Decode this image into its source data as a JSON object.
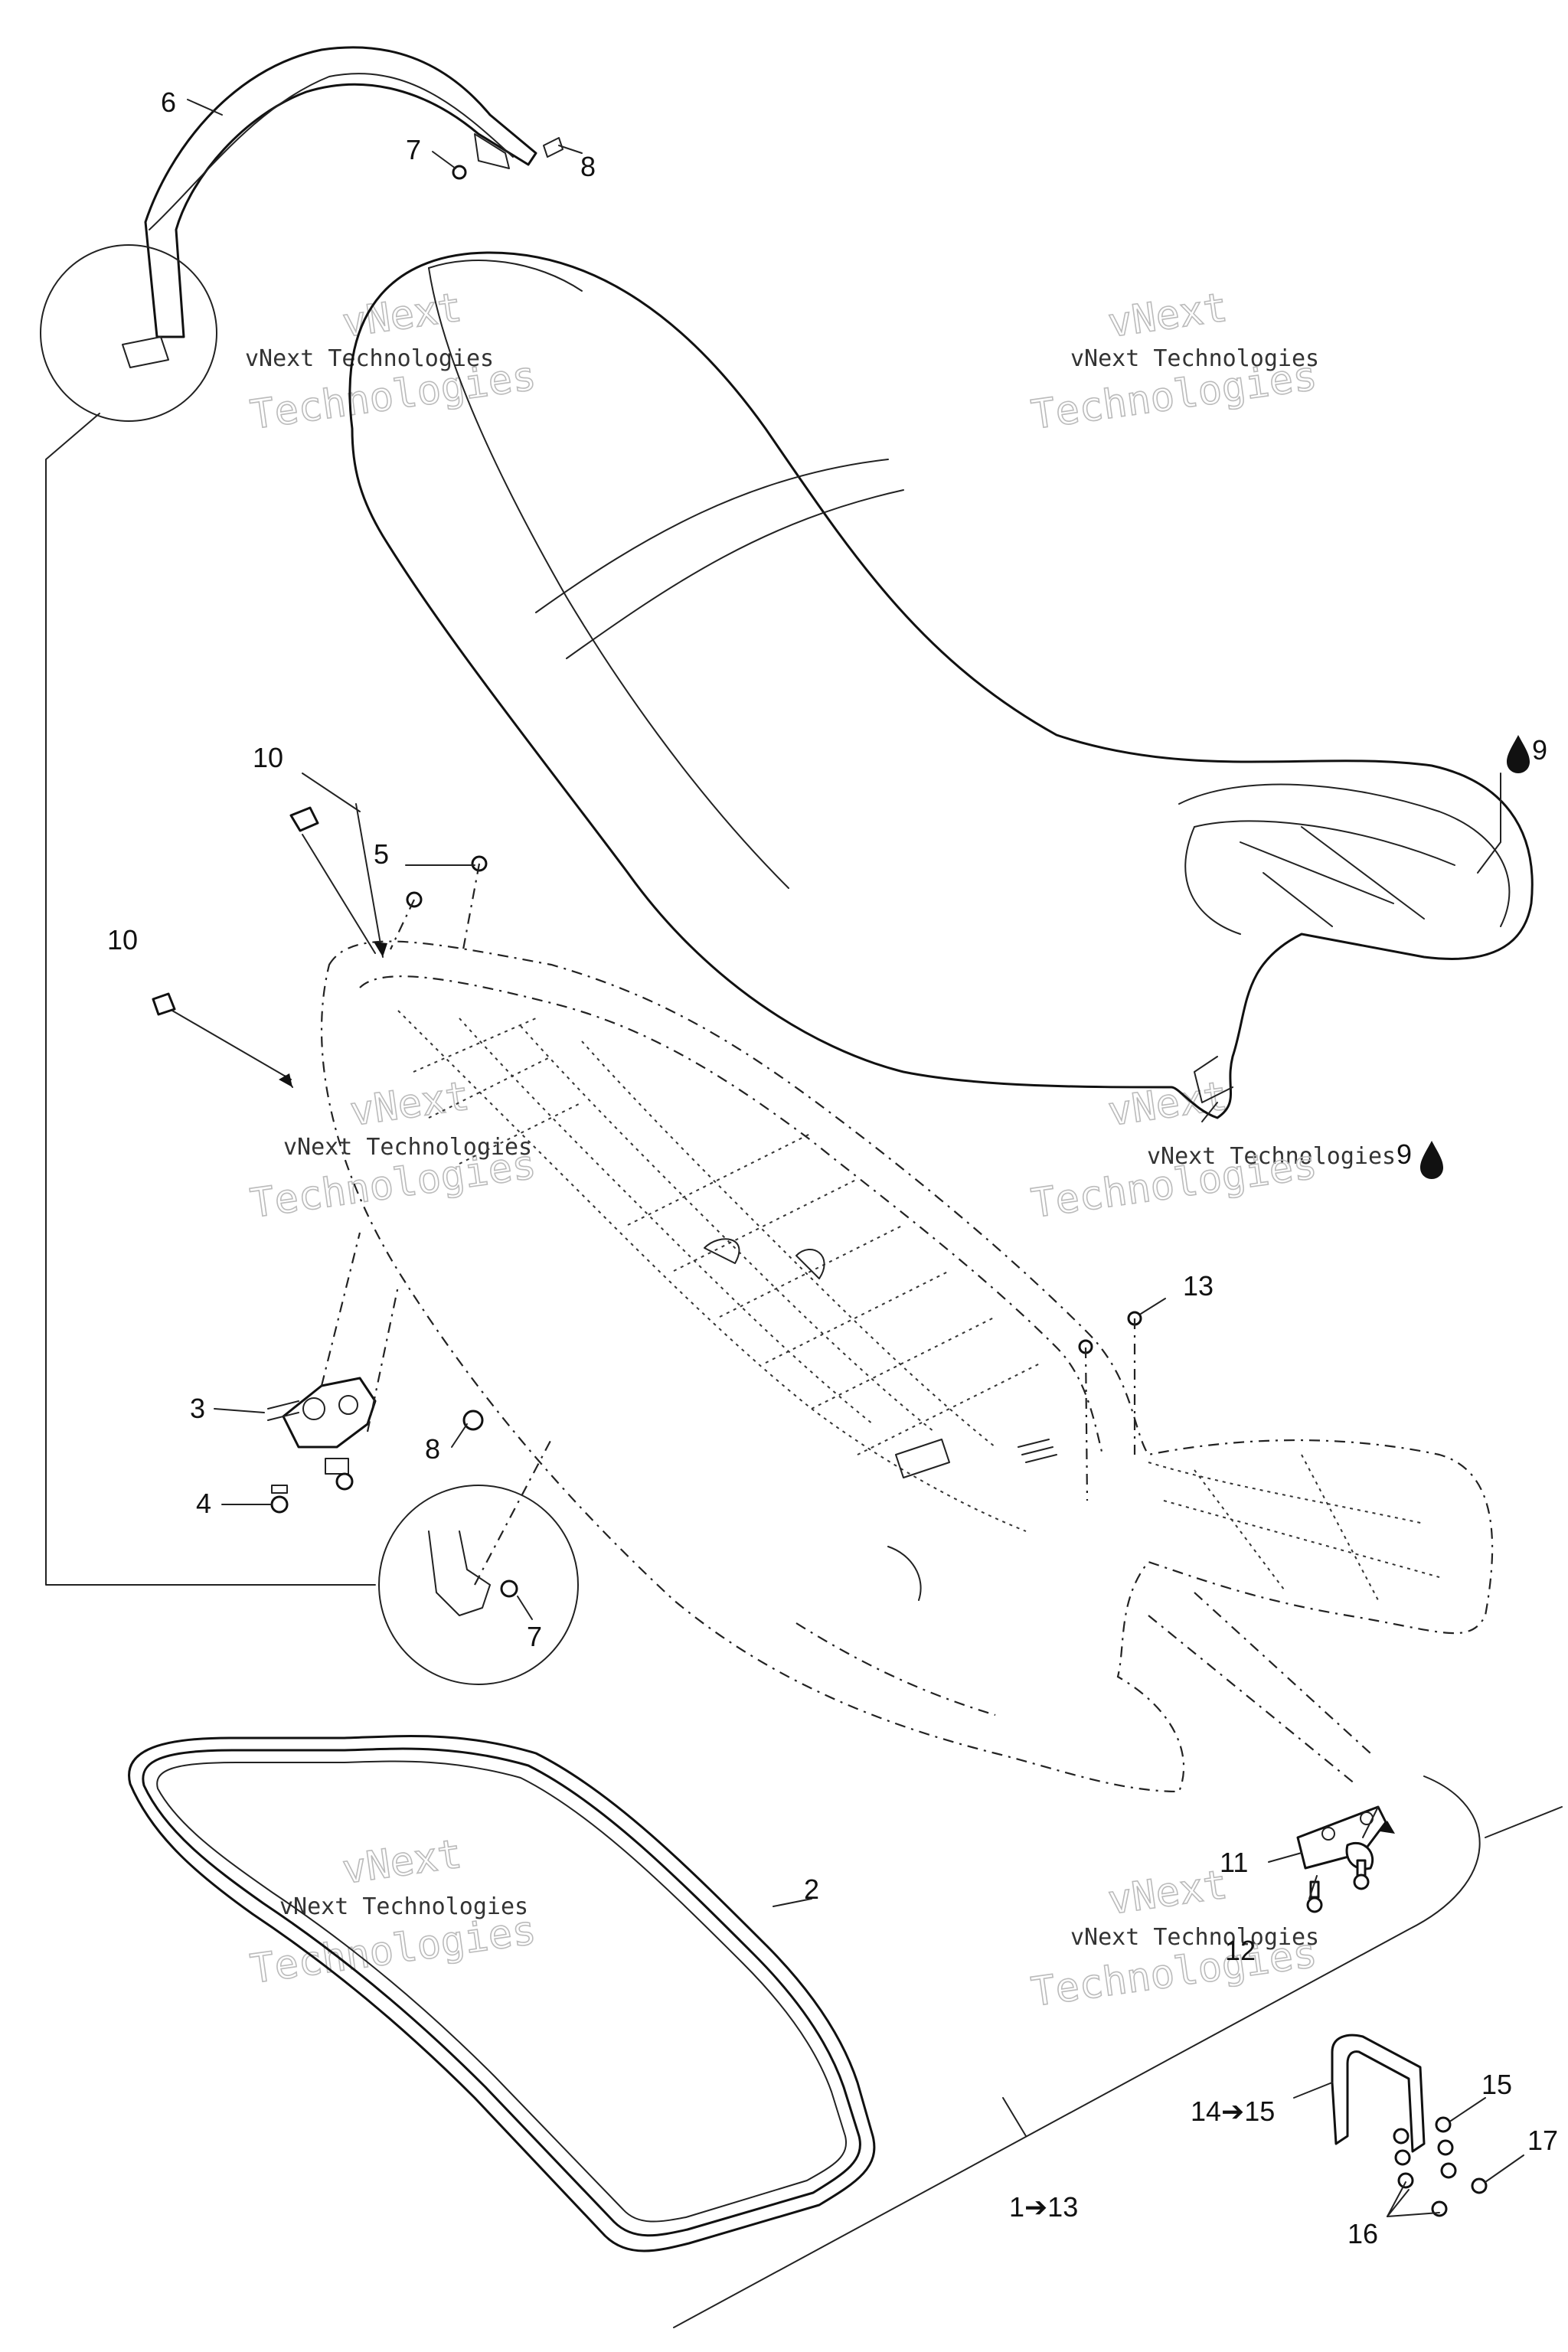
{
  "callouts": {
    "c1_13": "1➔13",
    "c2": "2",
    "c3": "3",
    "c4": "4",
    "c5": "5",
    "c6": "6",
    "c7a": "7",
    "c7b": "7",
    "c8a": "8",
    "c8b": "8",
    "c9a": "9",
    "c9b": "9",
    "c10a": "10",
    "c10b": "10",
    "c11": "11",
    "c12": "12",
    "c13": "13",
    "c14_15": "14➔15",
    "c15": "15",
    "c16": "16",
    "c17": "17"
  },
  "icons": {
    "glue_a": "drop-icon",
    "glue_b": "drop-icon"
  },
  "watermark": {
    "line1": "vNext Technologies",
    "line2a": "vNext",
    "line2b": "Technologies"
  }
}
